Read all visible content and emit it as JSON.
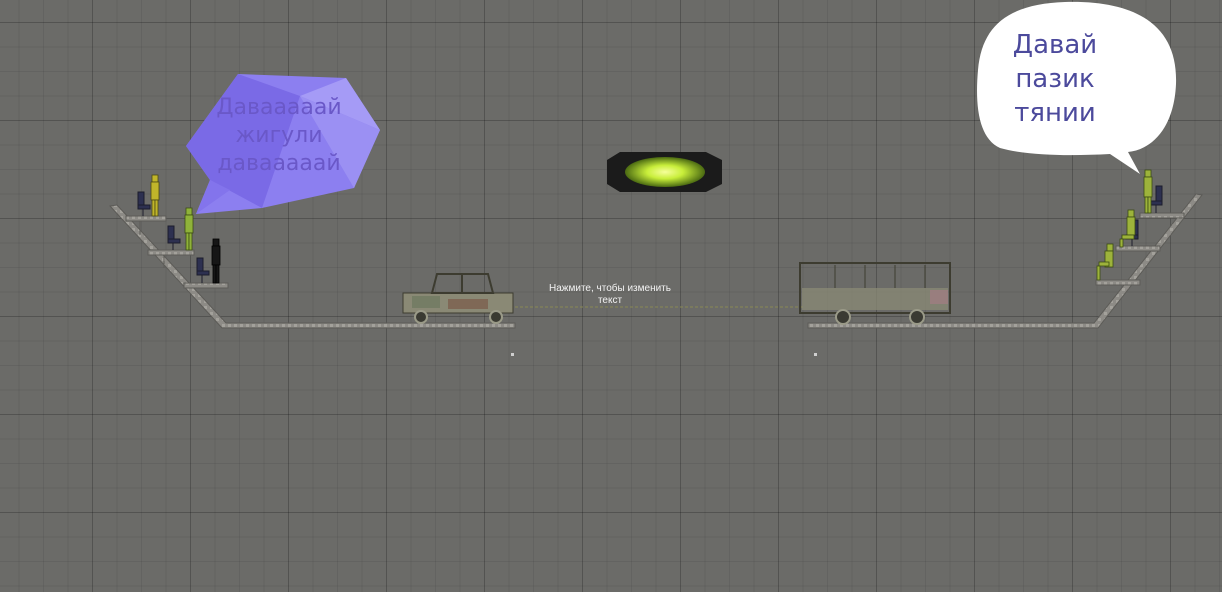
{
  "bubbles": {
    "left": "Давааааай\nжигули\nдавааааай",
    "right": "Давай\nпазик\nтянии"
  },
  "rope_label": "Нажмите, чтобы изменить\nтекст",
  "colors": {
    "background": "#6b6b68",
    "left_bubble": "#8c7ff0",
    "right_bubble": "#ffffff",
    "glow": "#c8f03c",
    "figure_green": "#9db33b"
  },
  "icons": [
    "chair-icon",
    "ragdoll-figure",
    "car-icon",
    "bus-icon",
    "light-bulb-icon"
  ]
}
